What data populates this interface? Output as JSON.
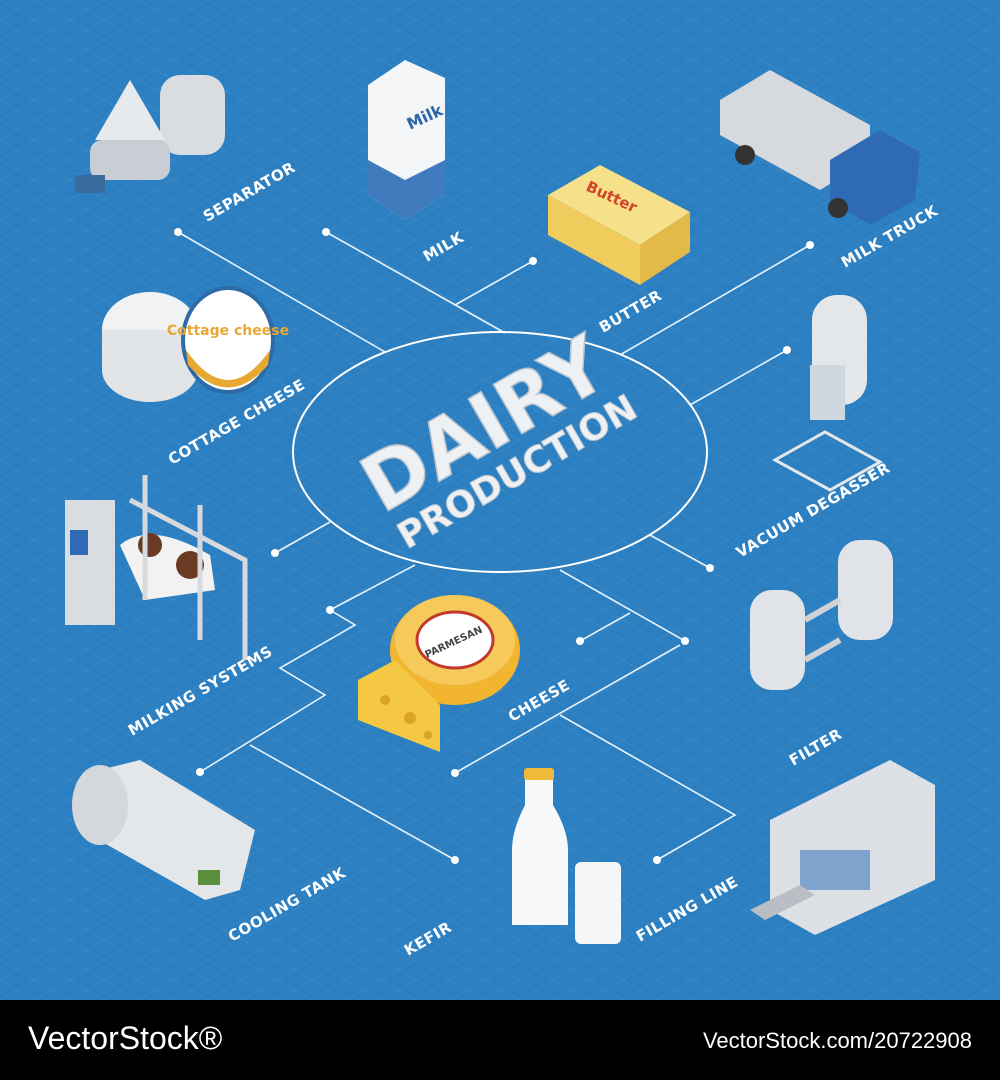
{
  "title": {
    "line1": "DAIRY",
    "line2": "PRODUCTION"
  },
  "labels": {
    "separator": "SEPARATOR",
    "milk": "MILK",
    "butter": "BUTTER",
    "milk_truck": "MILK TRUCK",
    "cottage_cheese": "COTTAGE CHEESE",
    "vacuum_degasser": "VACUUM DEGASSER",
    "milking_systems": "MILKING SYSTEMS",
    "cheese": "CHEESE",
    "filter": "FILTER",
    "cooling_tank": "COOLING TANK",
    "kefir": "KEFIR",
    "filling_line": "FILLING LINE"
  },
  "product_text": {
    "milk_carton": "Milk",
    "butter_pack": "Butter",
    "cottage_lid": "Cottage cheese",
    "cheese_label": "PARMESAN"
  },
  "colors": {
    "background": "#2c7fc0",
    "grid": "#3a8ccb",
    "line": "#ffffff"
  },
  "footer": {
    "brand": "VectorStock®",
    "id": "VectorStock.com/20722908"
  }
}
